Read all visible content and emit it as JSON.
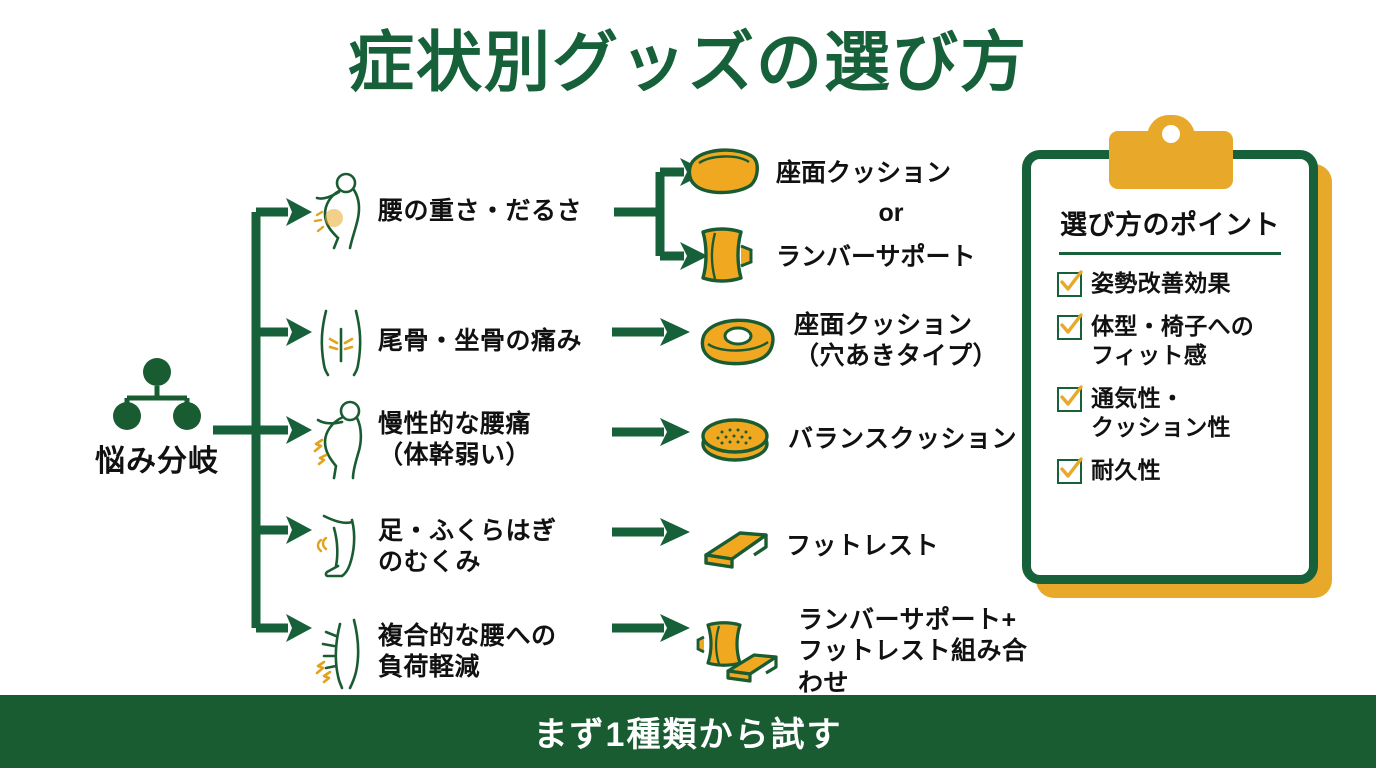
{
  "title": "症状別グッズの選び方",
  "colors": {
    "green_dark": "#16613A",
    "green_footer": "#1A5C32",
    "amber": "#E8A829",
    "text_black": "#111111",
    "background": "#FFFFFF"
  },
  "root": {
    "label": "悩み分岐",
    "icon": "hierarchy-branch-icon"
  },
  "branches": [
    {
      "symptom": "腰の重さ・だるさ",
      "symptom_icon": "lower-back-pain-person-icon",
      "split": true,
      "products": [
        {
          "label": "座面クッション",
          "icon": "seat-cushion-icon"
        },
        {
          "label": "ランバーサポート",
          "icon": "lumbar-support-icon"
        }
      ],
      "connector": "or"
    },
    {
      "symptom": "尾骨・坐骨の痛み",
      "symptom_icon": "pelvis-sit-bone-pain-icon",
      "split": false,
      "products": [
        {
          "label": "座面クッション\n（穴あきタイプ）",
          "label_line1": "座面クッション",
          "label_line2": "（穴あきタイプ）",
          "icon": "donut-cushion-icon"
        }
      ]
    },
    {
      "symptom": "慢性的な腰痛\n（体幹弱い）",
      "symptom_line1": "慢性的な腰痛",
      "symptom_line2": "（体幹弱い）",
      "symptom_icon": "chronic-back-pain-person-icon",
      "split": false,
      "products": [
        {
          "label": "バランスクッション",
          "icon": "balance-cushion-icon"
        }
      ]
    },
    {
      "symptom": "足・ふくらはぎ\nのむくみ",
      "symptom_line1": "足・ふくらはぎ",
      "symptom_line2": "のむくみ",
      "symptom_icon": "swollen-leg-calf-icon",
      "split": false,
      "products": [
        {
          "label": "フットレスト",
          "icon": "footrest-icon"
        }
      ]
    },
    {
      "symptom": "複合的な腰への\n負荷軽減",
      "symptom_line1": "複合的な腰への",
      "symptom_line2": "負荷軽減",
      "symptom_icon": "spine-load-icon",
      "split": false,
      "products": [
        {
          "label": "ランバーサポート+\nフットレスト組み合わせ",
          "label_line1": "ランバーサポート+",
          "label_line2": "フットレスト組み合わせ",
          "icon": "lumbar-plus-footrest-icon"
        }
      ]
    }
  ],
  "clipboard": {
    "title": "選び方のポイント",
    "items": [
      {
        "line1": "姿勢改善効果",
        "line2": ""
      },
      {
        "line1": "体型・椅子への",
        "line2": "フィット感"
      },
      {
        "line1": "通気性・",
        "line2": "クッション性"
      },
      {
        "line1": "耐久性",
        "line2": ""
      }
    ]
  },
  "footer": {
    "text": "まず1種類から試す"
  }
}
